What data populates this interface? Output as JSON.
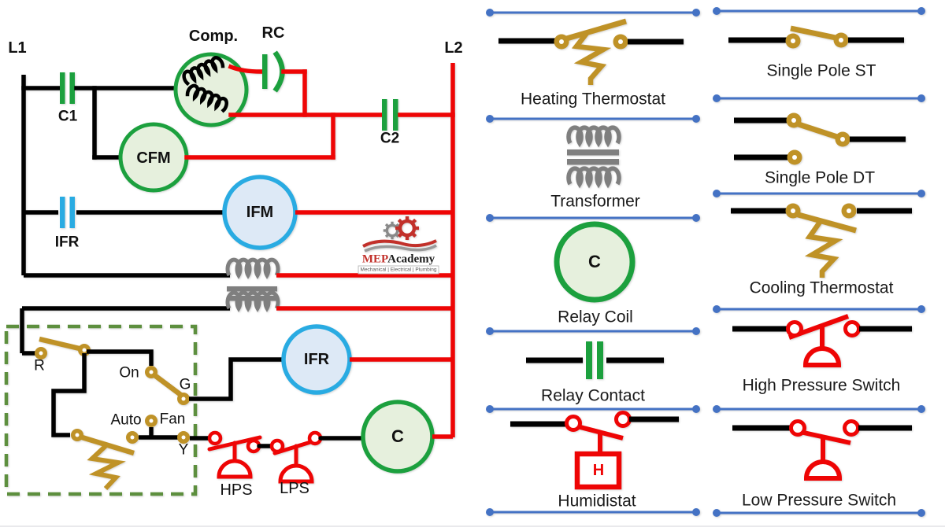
{
  "slide": {
    "diagram": {
      "rail_l1": "L1",
      "rail_l2": "L2",
      "contact_c1": "C1",
      "compressor": "Comp.",
      "run_capacitor": "RC",
      "contact_c2": "C2",
      "condenser_fan_motor": "CFM",
      "contact_ifr": "IFR",
      "indoor_fan_motor": "IFM",
      "relay_coil_ifr": "IFR",
      "relay_coil_c": "C",
      "terminal_r": "R",
      "fan_on": "On",
      "terminal_g": "G",
      "fan_auto": "Auto",
      "fan_word": "Fan",
      "terminal_y": "Y",
      "high_pressure_switch": "HPS",
      "low_pressure_switch": "LPS"
    },
    "logo": {
      "brand_primary": "MEP",
      "brand_secondary": "Academy",
      "tagline": "Mechanical | Electrical | Plumbing"
    },
    "legend_left": [
      {
        "label": "Heating Thermostat"
      },
      {
        "label": "Transformer"
      },
      {
        "label": "Relay Coil",
        "symbol_letter": "C"
      },
      {
        "label": "Relay Contact"
      },
      {
        "label": "Humidistat",
        "symbol_letter": "H"
      }
    ],
    "legend_right": [
      {
        "label": "Single Pole ST"
      },
      {
        "label": "Single Pole DT"
      },
      {
        "label": "Cooling Thermostat"
      },
      {
        "label": "High Pressure Switch"
      },
      {
        "label": "Low Pressure Switch"
      }
    ],
    "colors": {
      "wire_black": "#000000",
      "wire_red": "#ee0505",
      "contact_green": "#1ca03e",
      "coil_fill_green": "#e6f0dd",
      "motor_blue": "#29abe2",
      "motor_fill_blue": "#dde9f6",
      "thermostat_gold": "#bf9227",
      "transformer_gray": "#7f7f7f",
      "divider_blue": "#4472c4",
      "thermostat_box_green": "#5d8f3e"
    }
  }
}
